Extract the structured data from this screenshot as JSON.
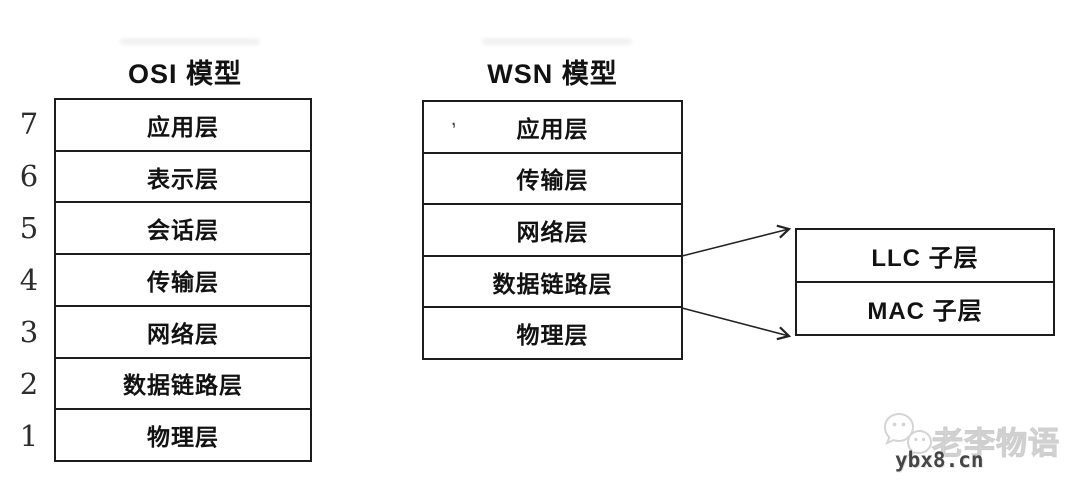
{
  "colors": {
    "background": "#ffffff",
    "border": "#1c1c1c",
    "text": "#121212",
    "number_text": "#2c2c2c",
    "arrow": "#222222",
    "watermark_light": "#d9d9d9",
    "watermark_dark": "#454545"
  },
  "osi": {
    "title": "OSI 模型",
    "layers": [
      {
        "number": "7",
        "label": "应用层"
      },
      {
        "number": "6",
        "label": "表示层"
      },
      {
        "number": "5",
        "label": "会话层"
      },
      {
        "number": "4",
        "label": "传输层"
      },
      {
        "number": "3",
        "label": "网络层"
      },
      {
        "number": "2",
        "label": "数据链路层"
      },
      {
        "number": "1",
        "label": "物理层"
      }
    ]
  },
  "wsn": {
    "title": "WSN 模型",
    "layers": [
      {
        "label": "应用层"
      },
      {
        "label": "传输层"
      },
      {
        "label": "网络层"
      },
      {
        "label": "数据链路层"
      },
      {
        "label": "物理层"
      }
    ]
  },
  "sublayers": {
    "rows": [
      {
        "label": "LLC 子层"
      },
      {
        "label": "MAC 子层"
      }
    ]
  },
  "arrows": {
    "from_layer": "数据链路层",
    "to_group": [
      "LLC 子层",
      "MAC 子层"
    ]
  },
  "annotations": {
    "stray_mark": ","
  },
  "watermark": {
    "icon": "wechat-logo-icon",
    "brand": "老李物语",
    "site": "ybx8.cn"
  }
}
